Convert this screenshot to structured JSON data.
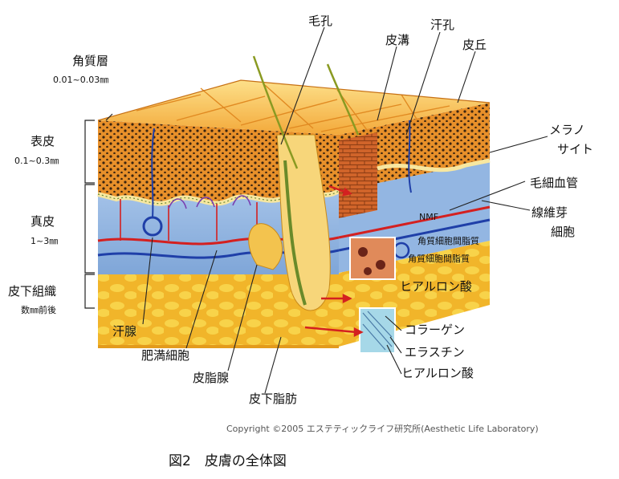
{
  "layers": {
    "kakushitsu": {
      "name": "角質層",
      "thickness": "0.01~0.03㎜"
    },
    "hyohi": {
      "name": "表皮",
      "thickness": "0.1~0.3㎜"
    },
    "shinpi": {
      "name": "真皮",
      "thickness": "1~3㎜"
    },
    "hika": {
      "name": "皮下組織",
      "thickness": "数㎜前後"
    }
  },
  "top_labels": {
    "mokou": "毛孔",
    "kanko": "汗孔",
    "hikou": "皮溝",
    "hikyu": "皮丘"
  },
  "right_labels": {
    "melano1": "メラノ",
    "melano2": "サイト",
    "kapillar": "毛細血管",
    "sensei1": "線維芽",
    "sensei2": "細胞"
  },
  "inset_labels": {
    "nmf": "NMF",
    "cer": "角質細胞間脂質",
    "chuukan": "角質細胞間脂質",
    "hyal1": "ヒアルロン酸",
    "collagen": "コラーゲン",
    "elastin": "エラスチン",
    "hyal2": "ヒアルロン酸"
  },
  "bottom_labels": {
    "kansen": "汗腺",
    "himan": "肥満細胞",
    "hishi": "皮脂腺",
    "shibou": "皮下脂肪"
  },
  "copyright": "Copyright ©2005 エステティックライフ研究所(Aesthetic Life Laboratory)",
  "caption": "図2　皮膚の全体図"
}
